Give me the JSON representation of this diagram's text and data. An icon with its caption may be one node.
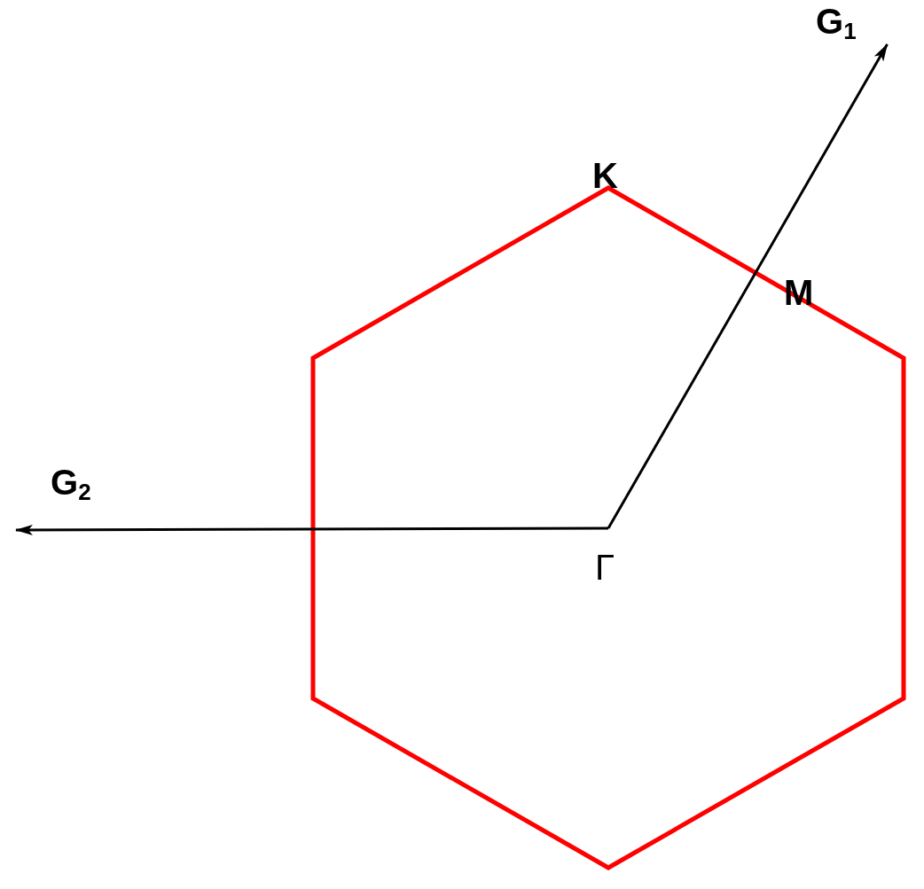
{
  "diagram": {
    "nodes": [
      {
        "text": [
          "Γ"
        ]
      },
      {
        "text": [
          "G$_{1}$"
        ]
      },
      {
        "text": [
          "G$_{2}$"
        ]
      }
    ],
    "edges": [
      {
        "from": 0,
        "to": 1,
        "arrow": "to"
      },
      {
        "from": 0,
        "to": 2,
        "arrow": "to"
      }
    ],
    "labels": [
      "K",
      "M"
    ]
  }
}
